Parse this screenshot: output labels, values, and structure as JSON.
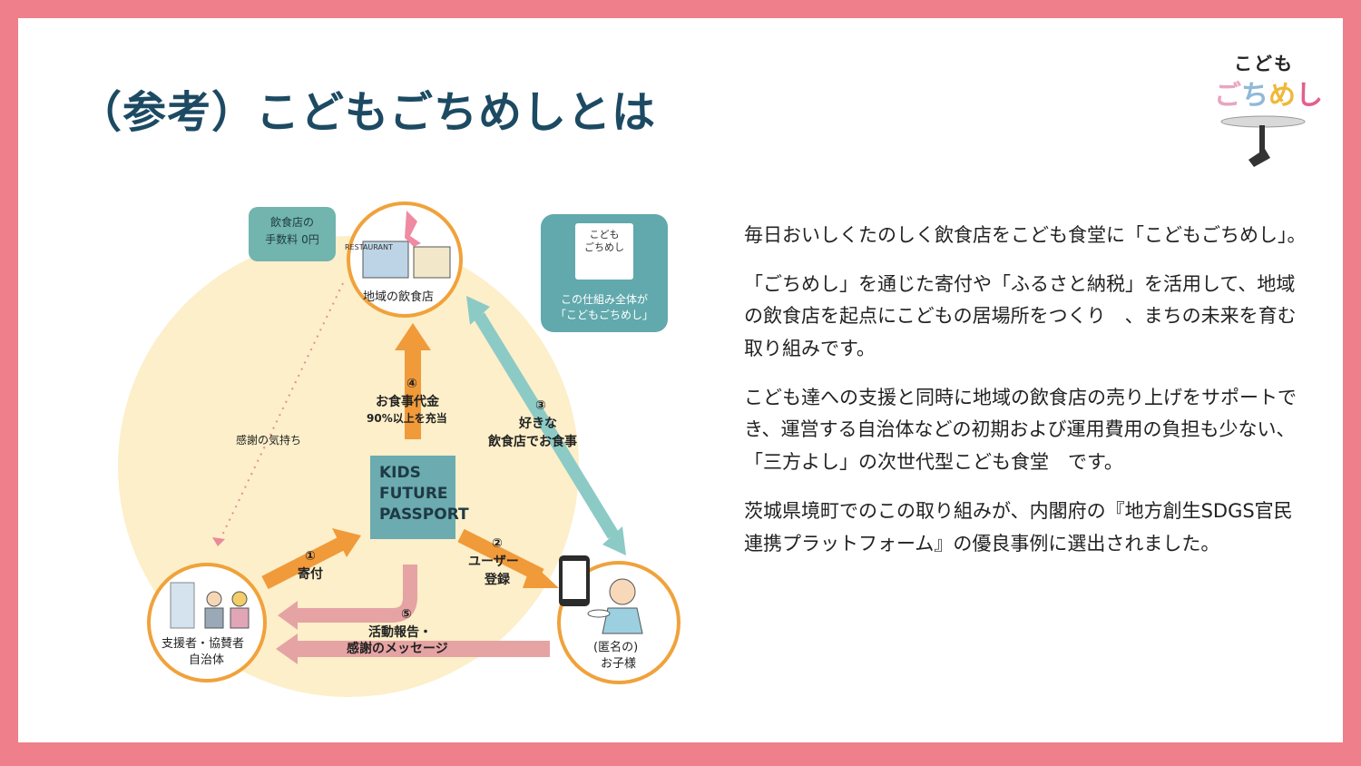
{
  "title": "（参考）こどもごちめしとは",
  "logo": {
    "line1": "こども",
    "line2_chars": [
      "ご",
      "ち",
      "め",
      "し"
    ]
  },
  "diagram": {
    "fee_note_line1": "飲食店の",
    "fee_note_line2": "手数料 0円",
    "restaurant_label": "地域の飲食店",
    "restaurant_sign": "RESTAURANT",
    "app_mini_line1": "こども",
    "app_mini_line2": "ごちめし",
    "scheme_note_line1": "この仕組み全体が",
    "scheme_note_line2": "「こどもごちめし」",
    "kfp_line1": "KIDS",
    "kfp_line2": "FUTURE",
    "kfp_line3": "PASSPORT",
    "thanks_label": "感謝の気持ち",
    "step4_num": "④",
    "step4_line1": "お食事代金",
    "step4_line2": "90%以上を充当",
    "step3_num": "③",
    "step3_line1": "好きな",
    "step3_line2": "飲食店でお食事",
    "step1_num": "①",
    "step1_label": "寄付",
    "step2_num": "②",
    "step2_line1": "ユーザー",
    "step2_line2": "登録",
    "step5_num": "⑤",
    "step5_line1": "活動報告・",
    "step5_line2": "感謝のメッセージ",
    "supporter_line1": "支援者・協賛者",
    "supporter_line2": "自治体",
    "child_line1": "(匿名の)",
    "child_line2": "お子様"
  },
  "paragraphs": [
    "毎日おいしくたのしく飲食店をこども食堂に「こどもごちめし」。",
    "「ごちめし」を通じた寄付や「ふるさと納税」を活用して、地域の飲食店を起点にこどもの居場所をつくり　、まちの未来を育む取り組みです。",
    "こども達への支援と同時に地域の飲食店の売り上げをサポートでき、運営する自治体などの初期および運用費用の負担も少ない、「三方よし」の次世代型こども食堂　です。",
    "茨城県境町でのこの取り組みが、内閣府の『地方創生SDGS官民連携プラットフォーム』の優良事例に選出されました。"
  ],
  "colors": {
    "frame": "#ee7f8b",
    "title": "#1d4a63",
    "circle_border": "#f0a23b",
    "background_circle": "#fcefc9",
    "orange_arrow": "#f09a3a",
    "teal_arrow": "#8ccac6",
    "pink_arrow": "#e6a3a3",
    "teal_box": "#6cabb0"
  }
}
